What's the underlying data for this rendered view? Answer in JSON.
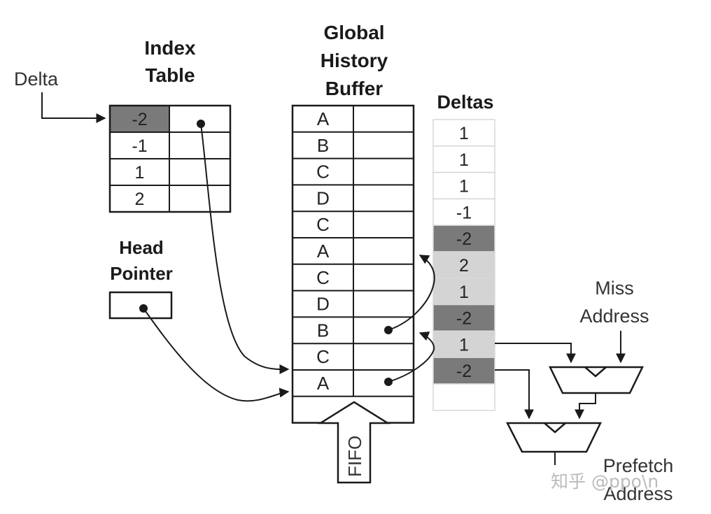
{
  "labels": {
    "delta": "Delta",
    "index_table_line1": "Index",
    "index_table_line2": "Table",
    "ghb_line1": "Global",
    "ghb_line2": "History",
    "ghb_line3": "Buffer",
    "deltas": "Deltas",
    "head_pointer_line1": "Head",
    "head_pointer_line2": "Pointer",
    "miss_address_line1": "Miss",
    "miss_address_line2": "Address",
    "prefetch_address_line1": "Prefetch",
    "prefetch_address_line2": "Address",
    "fifo": "FIFO",
    "watermark": "知乎 @ppo\\n"
  },
  "index_table": {
    "rows": [
      "-2",
      "-1",
      "1",
      "2"
    ],
    "highlighted_row": 0
  },
  "ghb": {
    "rows": [
      "A",
      "B",
      "C",
      "D",
      "C",
      "A",
      "C",
      "D",
      "B",
      "C",
      "A",
      ""
    ]
  },
  "deltas": {
    "rows": [
      {
        "value": "1",
        "shade": "none"
      },
      {
        "value": "1",
        "shade": "none"
      },
      {
        "value": "1",
        "shade": "none"
      },
      {
        "value": "-1",
        "shade": "none"
      },
      {
        "value": "-2",
        "shade": "dark"
      },
      {
        "value": "2",
        "shade": "light"
      },
      {
        "value": "1",
        "shade": "light"
      },
      {
        "value": "-2",
        "shade": "dark"
      },
      {
        "value": "1",
        "shade": "light"
      },
      {
        "value": "-2",
        "shade": "dark"
      },
      {
        "value": "",
        "shade": "none"
      }
    ]
  },
  "colors": {
    "dark_cell": "#7a7a7a",
    "light_cell": "#d4d4d4",
    "delta_border": "#d8d8d8",
    "stroke": "#1a1a1a"
  }
}
